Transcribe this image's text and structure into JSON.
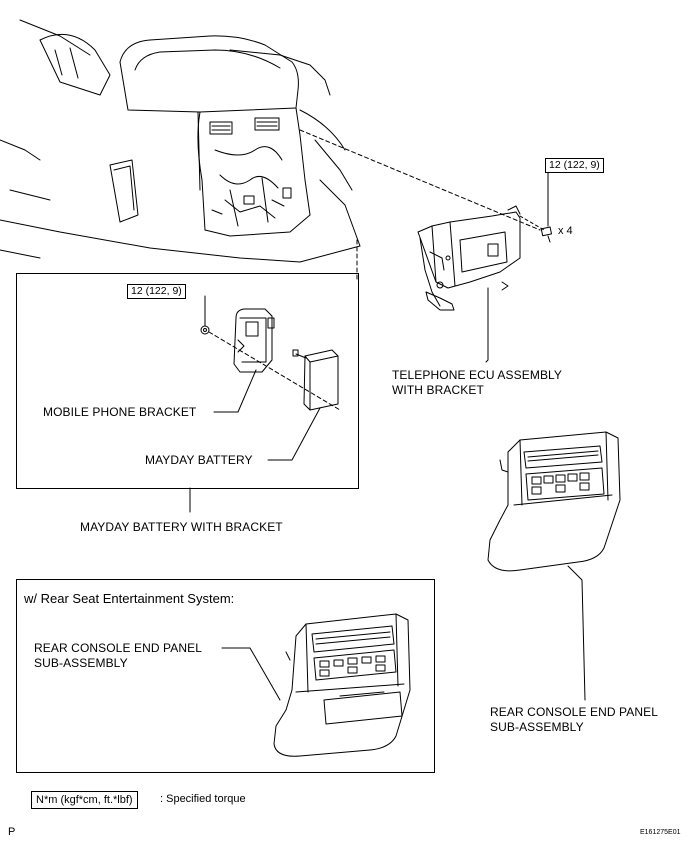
{
  "torque_top": "12 (122, 9)",
  "torque_inset": "12 (122, 9)",
  "quantity": "x 4",
  "labels": {
    "telephone_ecu_1": "TELEPHONE ECU ASSEMBLY",
    "telephone_ecu_2": "WITH BRACKET",
    "mobile_phone_bracket": "MOBILE PHONE BRACKET",
    "mayday_battery": "MAYDAY BATTERY",
    "mayday_battery_with_bracket": "MAYDAY BATTERY WITH BRACKET",
    "rse_header": "w/ Rear Seat Entertainment System:",
    "rear_panel_inset_1": "REAR CONSOLE END PANEL",
    "rear_panel_inset_2": "SUB-ASSEMBLY",
    "rear_panel_main_1": "REAR CONSOLE END PANEL",
    "rear_panel_main_2": "SUB-ASSEMBLY"
  },
  "legend": {
    "box": "N*m (kgf*cm, ft.*lbf)",
    "text": ": Specified torque"
  },
  "footer": {
    "left": "P",
    "right": "E161275E01"
  }
}
